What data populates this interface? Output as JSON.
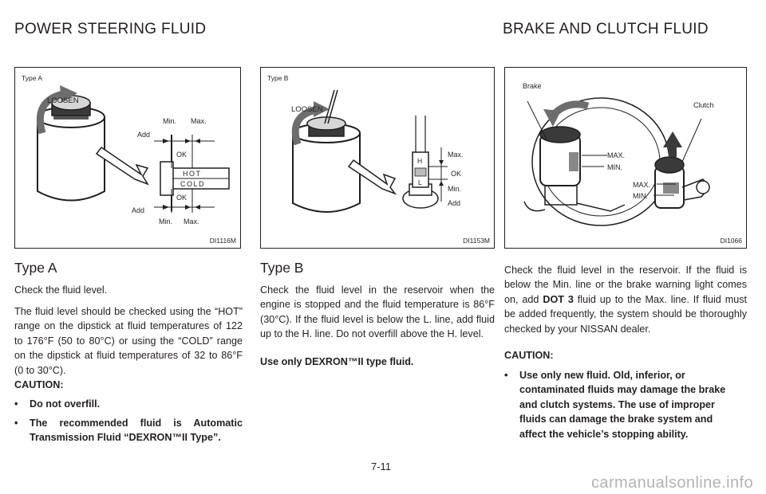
{
  "headers": {
    "left": "POWER STEERING FLUID",
    "right": "BRAKE AND CLUTCH FLUID"
  },
  "figures": {
    "a": {
      "type_label": "Type A",
      "loosen": "LOOSEN",
      "min": "Min.",
      "max": "Max.",
      "add": "Add",
      "ok": "OK",
      "hot": "HOT",
      "cold": "COLD",
      "code": "DI1116M"
    },
    "b": {
      "type_label": "Type B",
      "loosen": "LOOSEN",
      "h": "H",
      "l": "L",
      "max": "Max.",
      "ok": "OK",
      "min": "Min.",
      "add": "Add",
      "code": "DI1153M"
    },
    "c": {
      "brake": "Brake",
      "clutch": "Clutch",
      "max": "MAX.",
      "min": "MIN.",
      "code": "DI1066"
    }
  },
  "type_a": {
    "heading": "Type A",
    "p1": "Check the fluid level.",
    "p2": "The fluid level should be checked using the “HOT” range on the dipstick at fluid temperatures of 122 to 176°F (50 to 80°C) or using the “COLD” range on the dipstick at fluid temperatures of 32 to 86°F (0 to 30°C).",
    "caution": "CAUTION:",
    "bullets": [
      "Do not overfill.",
      "The recommended fluid is Automatic Transmission Fluid “DEXRON™II Type”."
    ]
  },
  "type_b": {
    "heading": "Type B",
    "p1": "Check the fluid level in the reservoir when the engine is stopped and the fluid temperature is 86°F (30°C). If the fluid level is below the L. line, add fluid up to the H. line. Do not overfill above the H. level.",
    "p2": "Use only DEXRON™II type fluid."
  },
  "brake": {
    "p1_start": "Check the fluid level in the reservoir. If the fluid is below the Min. line or the brake warning light comes on, add ",
    "p1_bold": "DOT 3",
    "p1_end": " fluid up to the Max. line. If fluid must be added frequently, the system should be thoroughly checked by your NISSAN dealer.",
    "caution": "CAUTION:",
    "bullet": "Use only new fluid. Old, inferior, or contaminated fluids may damage the brake and clutch systems. The use of improper fluids can damage the brake system and affect the vehicle’s stopping ability."
  },
  "page_number": "7-11",
  "watermark": "carmanualsonline.info"
}
